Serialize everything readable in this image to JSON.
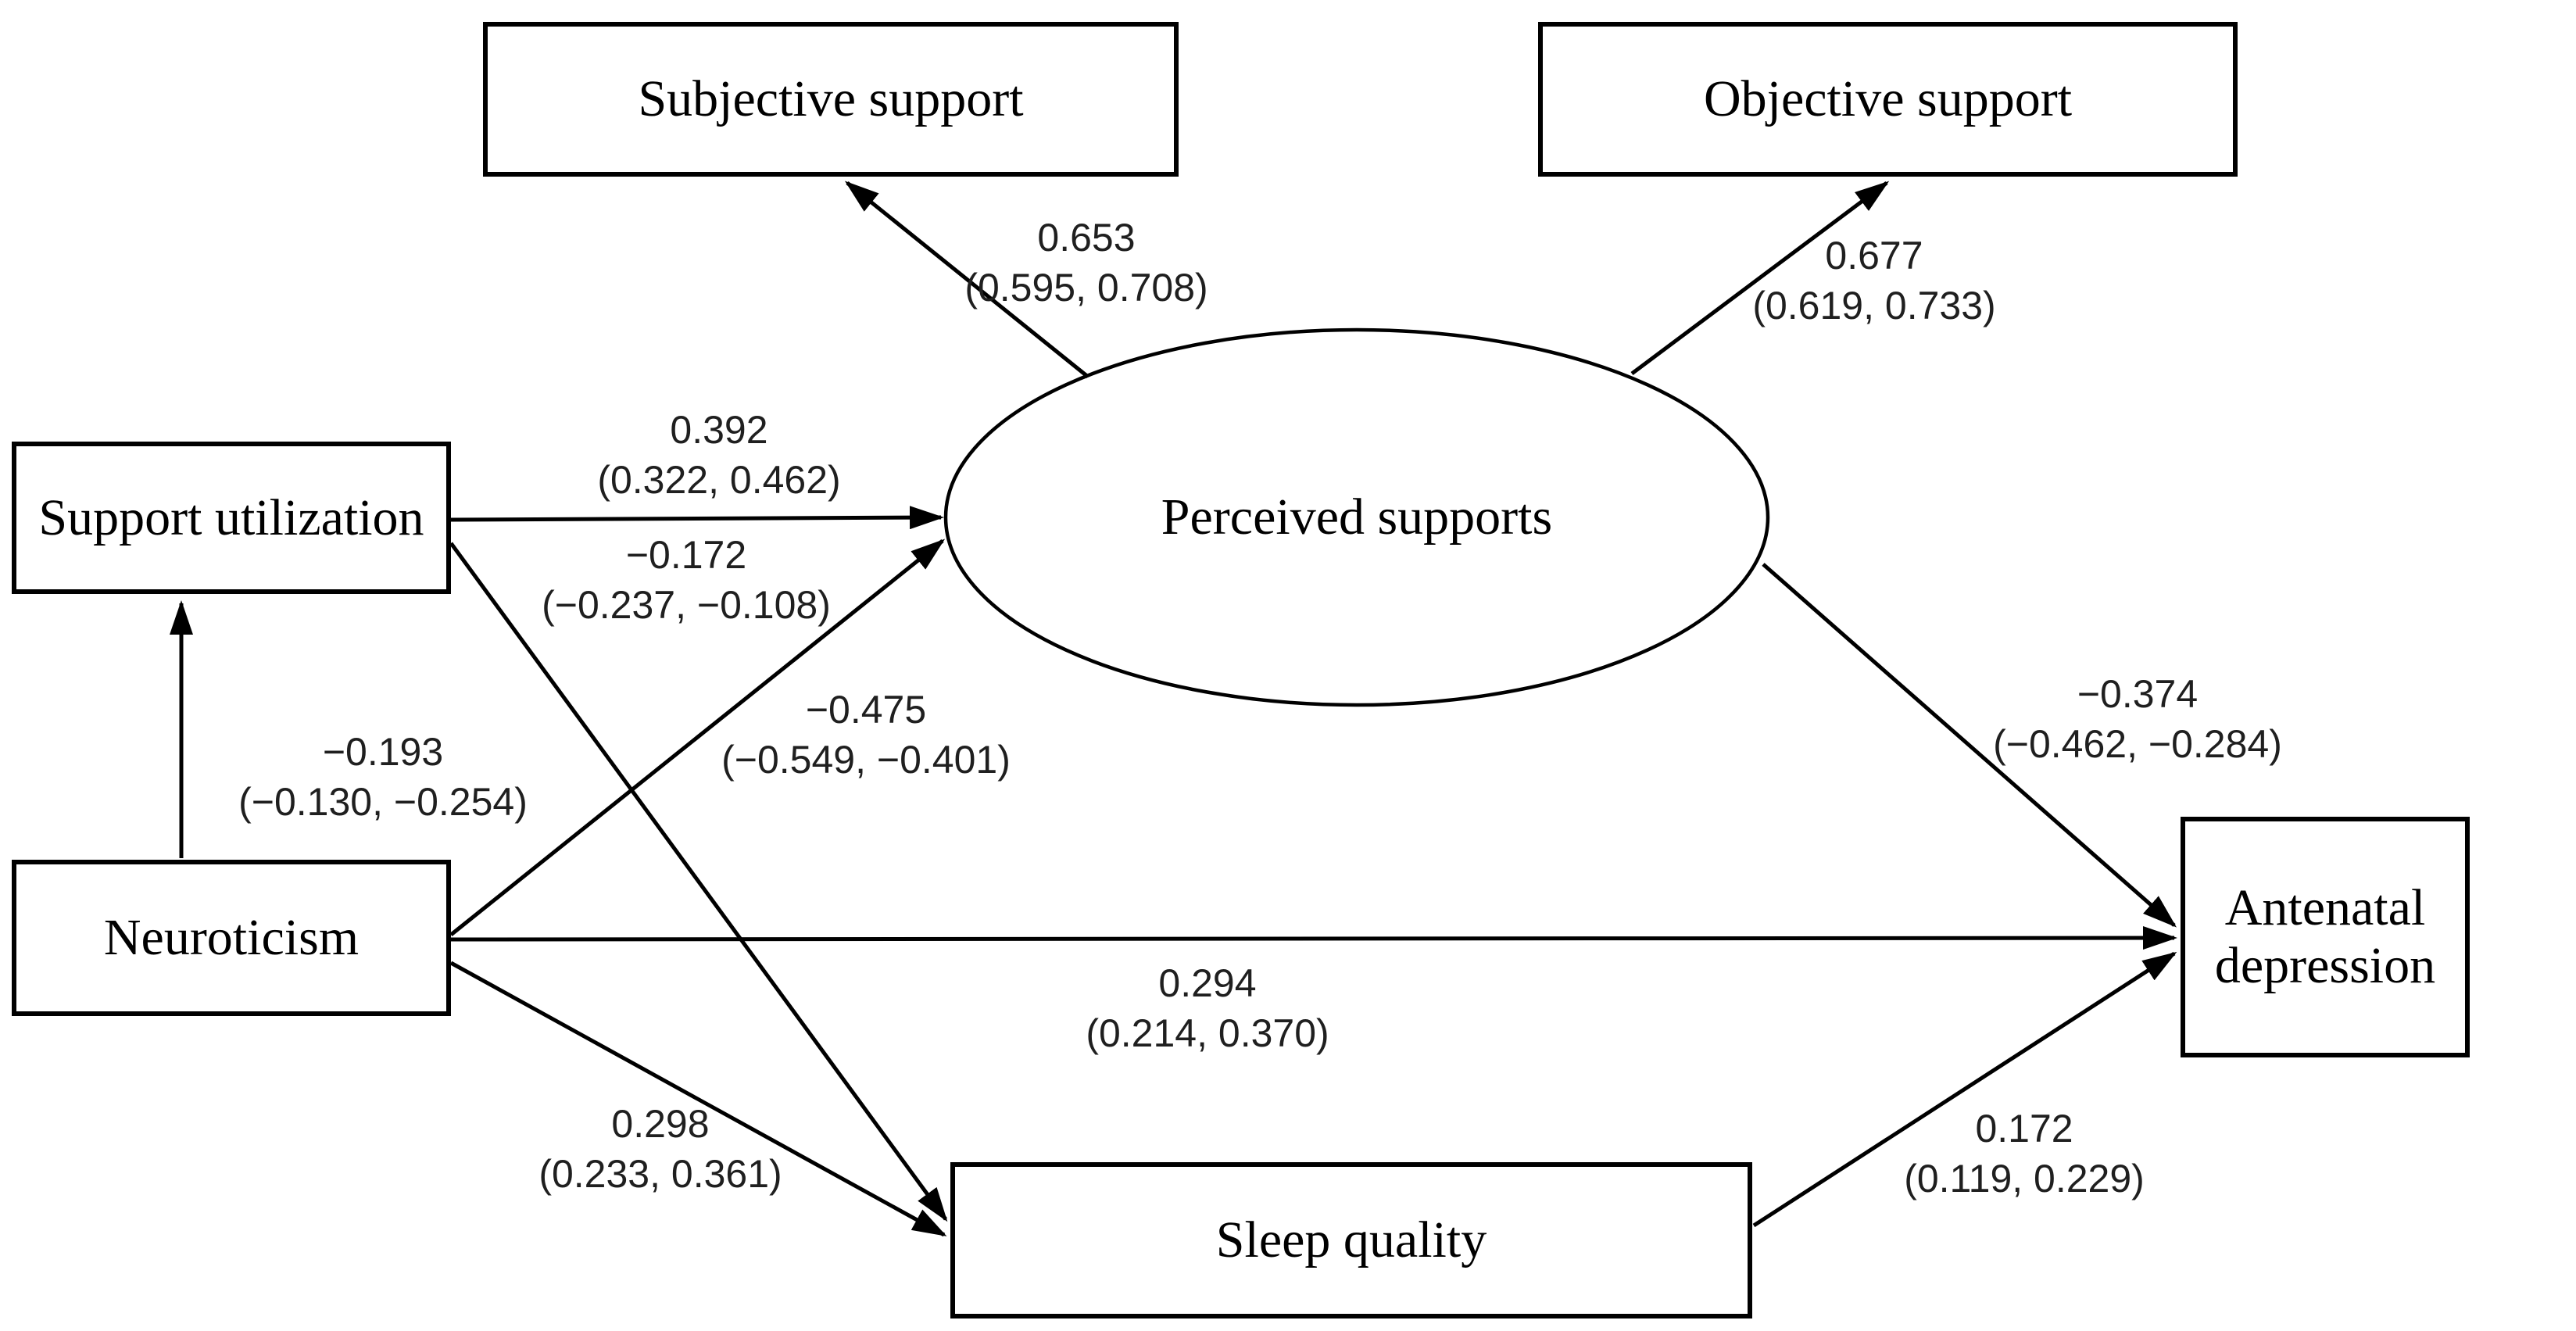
{
  "figure": {
    "type": "path-diagram",
    "background_color": "#ffffff",
    "line_color": "#000000",
    "text_color": "#000000"
  },
  "diagram": {
    "nodes": [
      {
        "id": "subjective-support",
        "label": "Subjective support",
        "shape": "rectangle"
      },
      {
        "id": "objective-support",
        "label": "Objective support",
        "shape": "rectangle"
      },
      {
        "id": "support-utilization",
        "label": "Support utilization",
        "shape": "rectangle"
      },
      {
        "id": "perceived-supports",
        "label": "Perceived supports",
        "shape": "ellipse"
      },
      {
        "id": "neuroticism",
        "label": "Neuroticism",
        "shape": "rectangle"
      },
      {
        "id": "sleep-quality",
        "label": "Sleep quality",
        "shape": "rectangle"
      },
      {
        "id": "antenatal-depression",
        "label": "Antenatal depression",
        "shape": "rectangle"
      }
    ],
    "paths": [
      {
        "from": "Perceived supports",
        "to": "Subjective support",
        "estimate": "0.653",
        "ci": "(0.595, 0.708)"
      },
      {
        "from": "Perceived supports",
        "to": "Objective support",
        "estimate": "0.677",
        "ci": "(0.619, 0.733)"
      },
      {
        "from": "Support utilization",
        "to": "Perceived supports",
        "estimate": "0.392",
        "ci": "(0.322, 0.462)"
      },
      {
        "from": "Support utilization",
        "to": "Sleep quality",
        "estimate": "−0.172",
        "ci": "(−0.237, −0.108)"
      },
      {
        "from": "Neuroticism",
        "to": "Perceived supports",
        "estimate": "−0.475",
        "ci": "(−0.549, −0.401)"
      },
      {
        "from": "Neuroticism",
        "to": "Support utilization",
        "estimate": "−0.193",
        "ci": "(−0.130, −0.254)"
      },
      {
        "from": "Neuroticism",
        "to": "Antenatal depression",
        "estimate": "0.294",
        "ci": "(0.214, 0.370)"
      },
      {
        "from": "Neuroticism",
        "to": "Sleep quality",
        "estimate": "0.298",
        "ci": "(0.233, 0.361)"
      },
      {
        "from": "Perceived supports",
        "to": "Antenatal depression",
        "estimate": "−0.374",
        "ci": "(−0.462, −0.284)"
      },
      {
        "from": "Sleep quality",
        "to": "Antenatal depression",
        "estimate": "0.172",
        "ci": "(0.119, 0.229)"
      }
    ]
  }
}
